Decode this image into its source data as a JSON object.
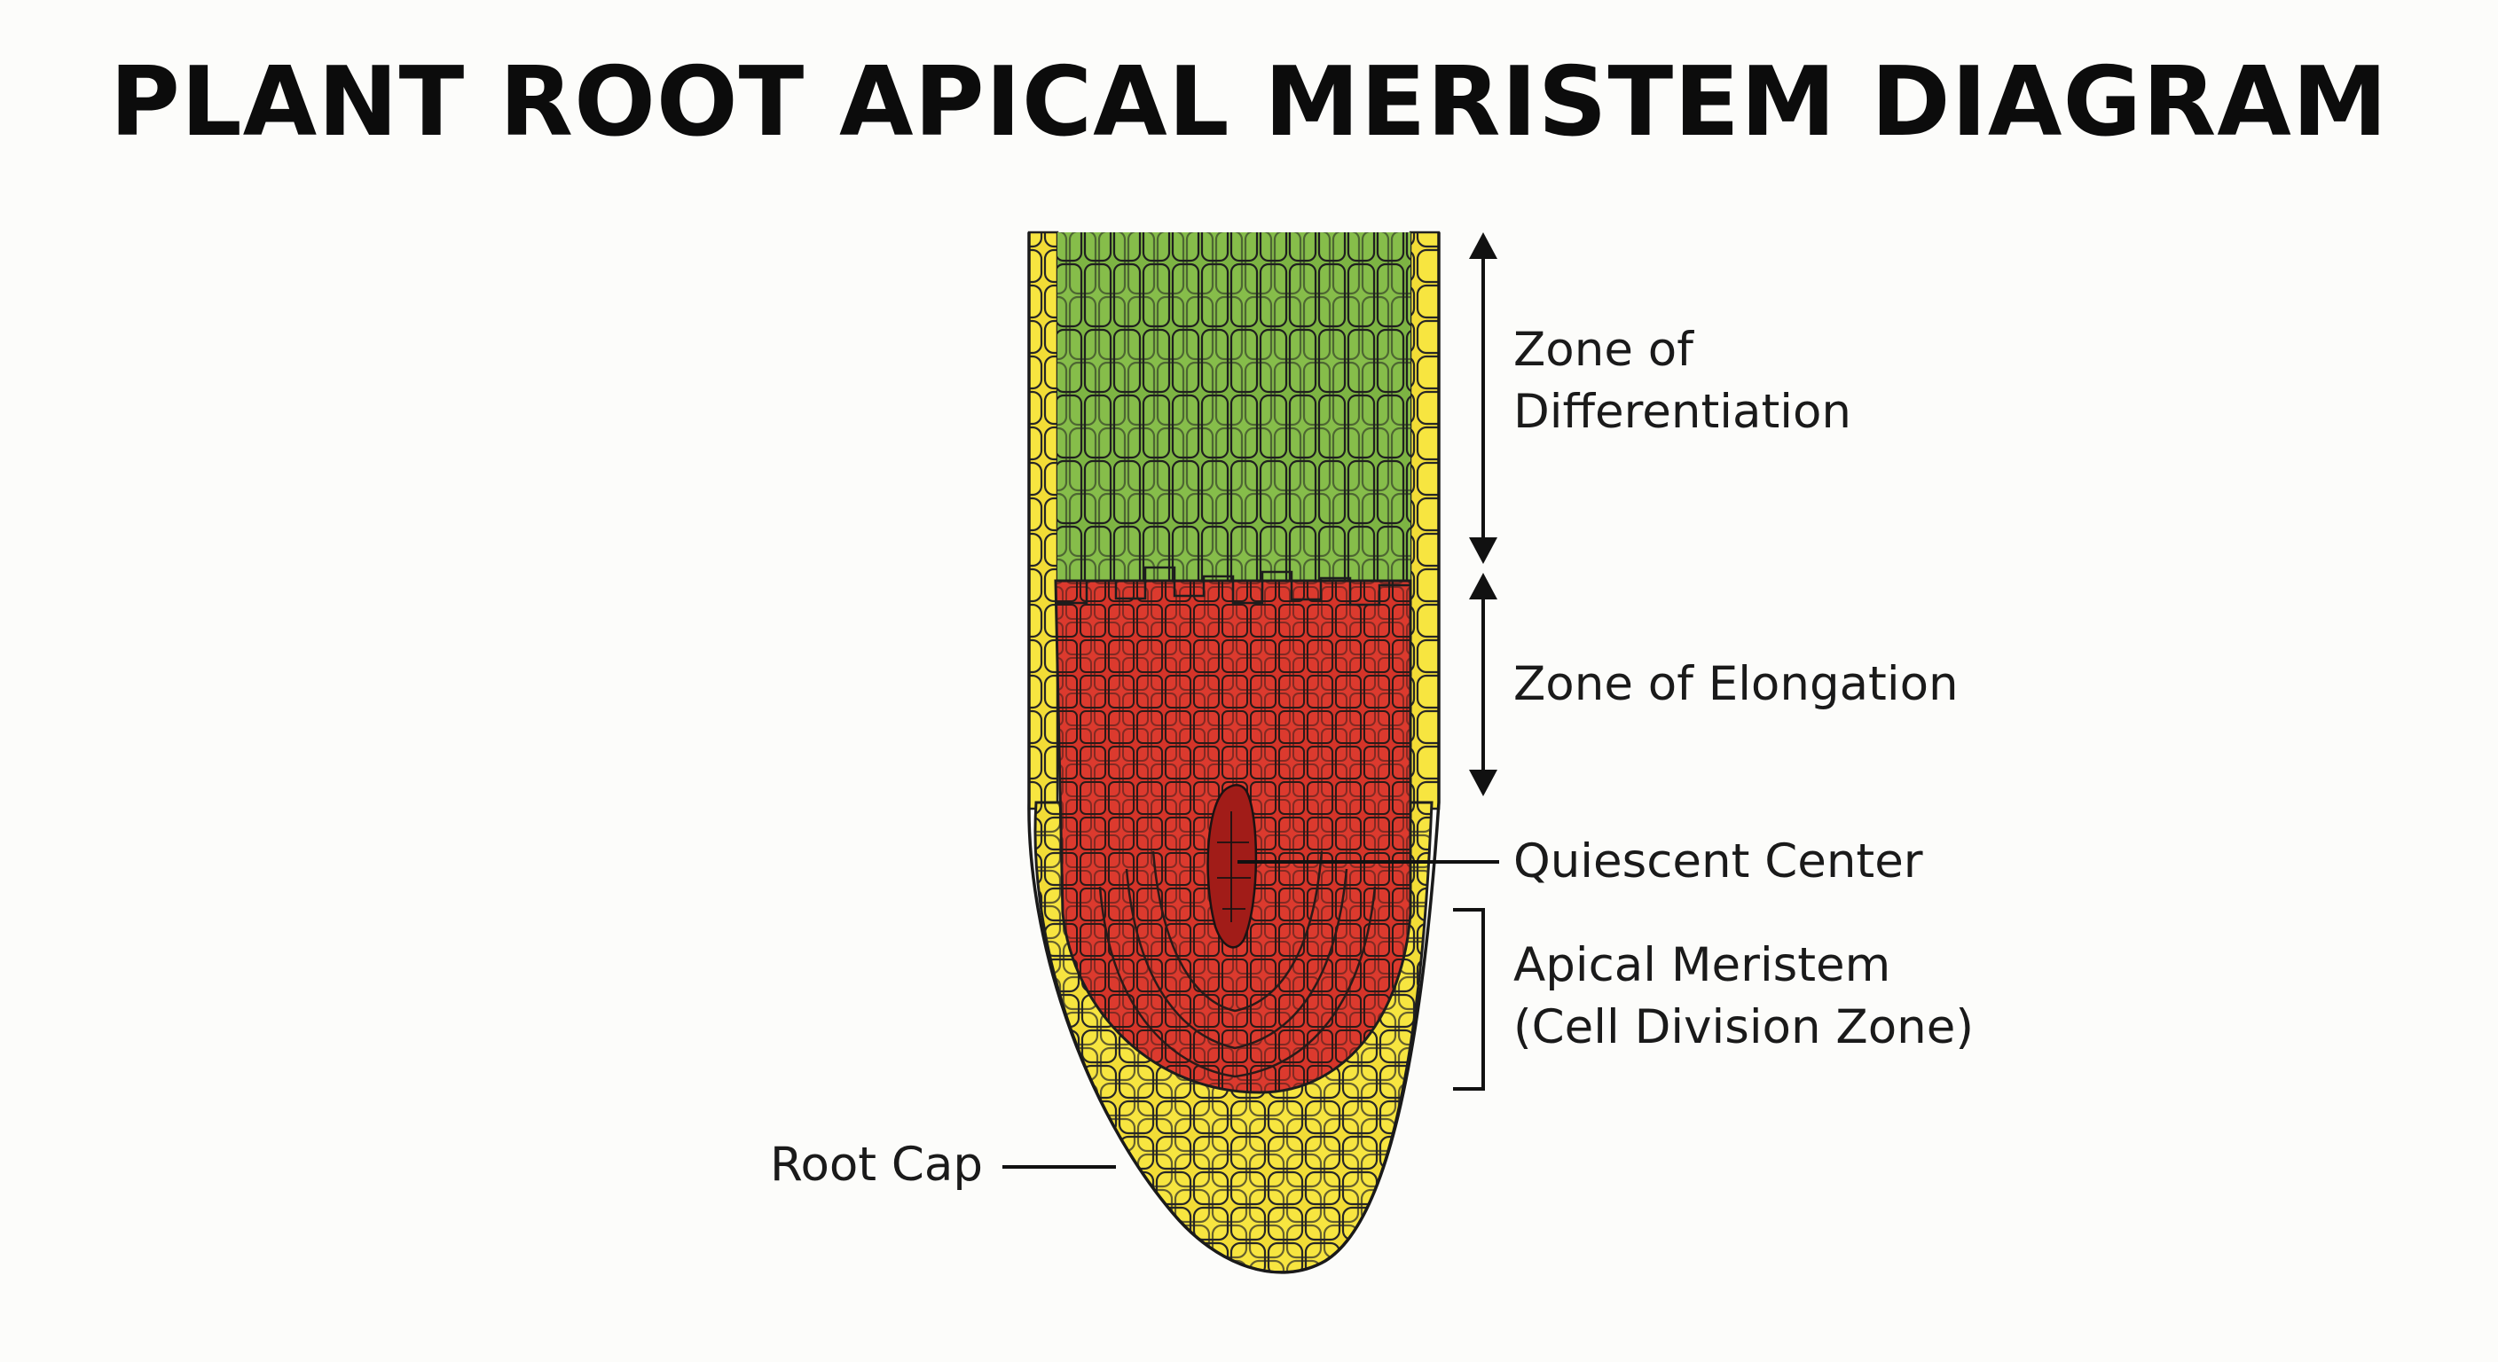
{
  "title": "PLANT ROOT APICAL MERISTEM DIAGRAM",
  "labels": {
    "differentiation_line1": "Zone of",
    "differentiation_line2": "Differentiation",
    "elongation": "Zone of Elongation",
    "quiescent": "Quiescent Center",
    "meristem_line1": "Apical Meristem",
    "meristem_line2": "(Cell Division Zone)",
    "root_cap": "Root Cap"
  },
  "colors": {
    "differentiation_zone": "#7cb342",
    "elongation_meristem_zone": "#d8342a",
    "quiescent_center": "#a51d1a",
    "root_cap_epidermis": "#f5e23c",
    "cell_walls": "#1e1e1e"
  }
}
